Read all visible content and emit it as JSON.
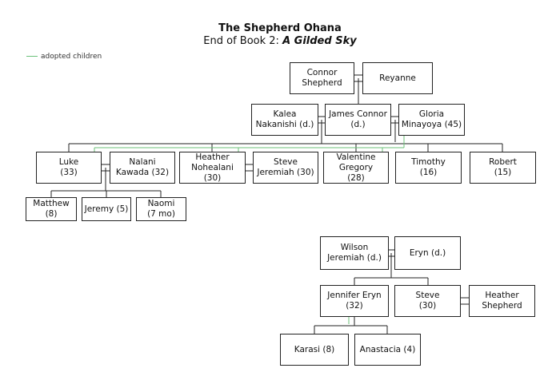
{
  "title": "The Shepherd Ohana",
  "subtitle_prefix": "End of Book 2: ",
  "subtitle_book": "A Gilded Sky",
  "legend": {
    "label": "adopted children",
    "color": "#6cc27a"
  },
  "colors": {
    "line": "#222222",
    "adopted_line": "#6cc27a"
  },
  "people": {
    "connor": "Connor\nShepherd",
    "reyanne": "Reyanne",
    "kalea": "Kalea\nNakanishi (d.)",
    "james": "James Connor\n(d.)",
    "gloria": "Gloria\nMinayoya (45)",
    "luke": "Luke\n(33)",
    "nalani": "Nalani\nKawada (32)",
    "heather_n": "Heather\nNohealani\n(30)",
    "steve_j": "Steve\nJeremiah (30)",
    "valentine": "Valentine\nGregory\n(28)",
    "timothy": "Timothy\n(16)",
    "robert": "Robert\n(15)",
    "matthew": "Matthew (8)",
    "jeremy": "Jeremy (5)",
    "naomi": "Naomi\n(7 mo)",
    "wilson": "Wilson\nJeremiah (d.)",
    "eryn": "Eryn (d.)",
    "jennifer": "Jennifer Eryn\n(32)",
    "steve": "Steve\n(30)",
    "heather_s": "Heather\nShepherd",
    "karasi": "Karasi (8)",
    "anastacia": "Anastacia (4)"
  }
}
